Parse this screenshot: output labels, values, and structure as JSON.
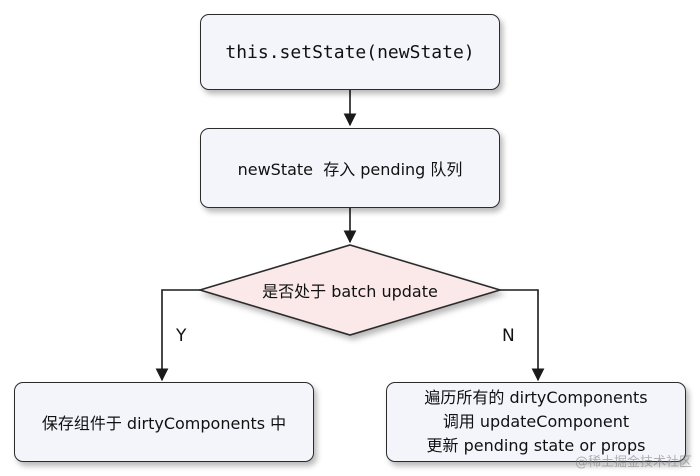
{
  "nodes": {
    "start": "this.setState(newState)",
    "enqueue": "newState  存入 pending 队列",
    "decision": "是否处于 batch update",
    "save": "保存组件于 dirtyComponents 中",
    "update": [
      "遍历所有的 dirtyComponents",
      "调用 updateComponent",
      "更新 pending state or props"
    ]
  },
  "edges": {
    "yes_label": "Y",
    "no_label": "N"
  },
  "watermark": "@稀土掘金技术社区",
  "colors": {
    "box_fill": "#f4f4fb",
    "diamond_fill": "#fbe8e8",
    "stroke": "#2b2b2b",
    "text": "#111111"
  }
}
